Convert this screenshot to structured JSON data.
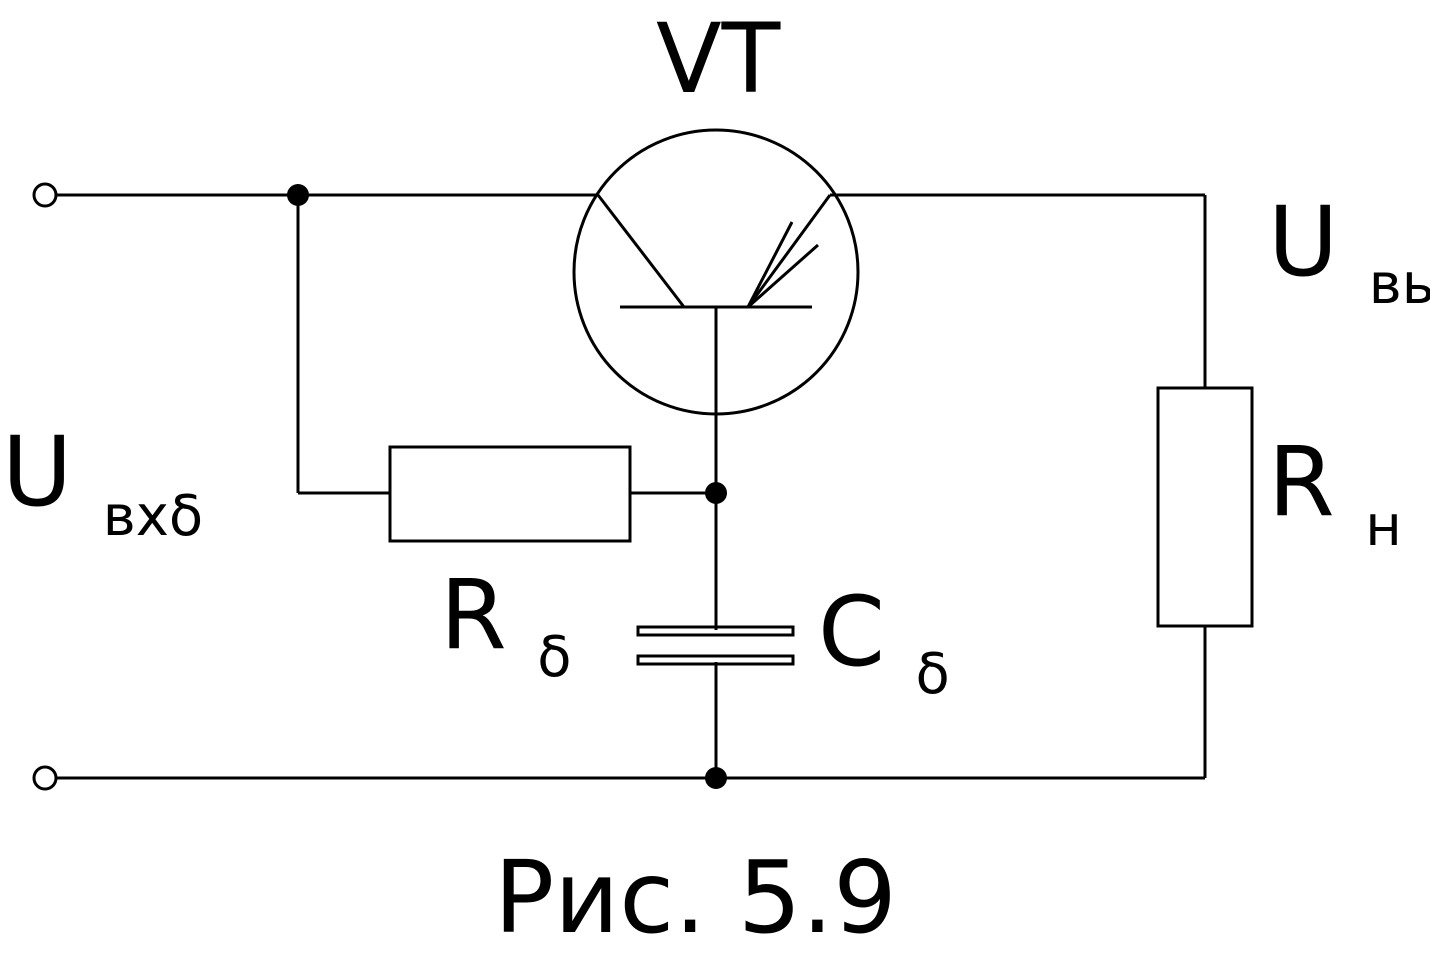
{
  "transistor": {
    "label": "VT"
  },
  "input_voltage": {
    "main": "U",
    "sub": "вхδ"
  },
  "output_voltage": {
    "main": "U",
    "sub": "вых"
  },
  "base_resistor": {
    "main": "R",
    "sub": "δ"
  },
  "base_capacitor": {
    "main": "C",
    "sub": "δ"
  },
  "load_resistor": {
    "main": "R",
    "sub": "н"
  },
  "caption": "Рис. 5.9"
}
